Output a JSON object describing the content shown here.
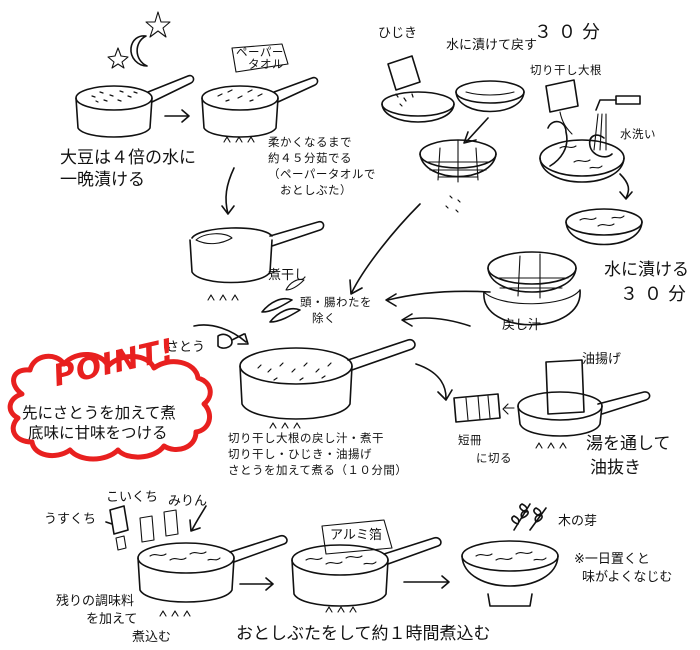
{
  "labels": {
    "soak_beans_1": "大豆は４倍の水に",
    "soak_beans_2": "一晩漬ける",
    "paper_towel_1": "ペーパー",
    "paper_towel_2": "タオル",
    "boil_1": "柔かくなるまで",
    "boil_2": "約４５分茹でる",
    "boil_3": "（ペーパータオルで",
    "boil_4": "おとしぶた）",
    "hijiki": "ひじき",
    "hijiki_soak": "水に漬けて戻す",
    "thirty_min_top": "３０分",
    "kiriboshi": "切り干し大根",
    "water_wash": "水洗い",
    "soak_water_1": "水に漬ける",
    "soak_water_2": "３０分",
    "modoshijiru": "戻し汁",
    "niboshi": "煮干し",
    "remove_head_1": "頭・腸わたを",
    "remove_head_2": "除く",
    "sugar": "さとう",
    "abura_age": "油揚げ",
    "cut_1": "短冊",
    "cut_2": "に切る",
    "oil_remove_1": "湯を通して",
    "oil_remove_2": "油抜き",
    "add_1": "切り干し大根の戻し汁・煮干",
    "add_2": "切り干し・ひじき・油揚げ",
    "add_3": "さとうを加えて煮る（１０分間）",
    "koikuchi": "こいくち",
    "mirin": "みりん",
    "usukuchi": "うすくち",
    "remaining_1": "残りの調味料",
    "remaining_2": "を加えて",
    "remaining_3": "煮込む",
    "foil": "アルミ箔",
    "simmer_hour": "おとしぶたをして約１時間煮込む",
    "kinome": "木の芽",
    "note_1": "※一日置くと",
    "note_2": "味がよくなじむ"
  },
  "point": {
    "title": "POINT!",
    "line_1": "先にさとうを加えて煮",
    "line_2": "底味に甘味をつける"
  },
  "colors": {
    "ink": "#111111",
    "accent": "#e8201f"
  }
}
